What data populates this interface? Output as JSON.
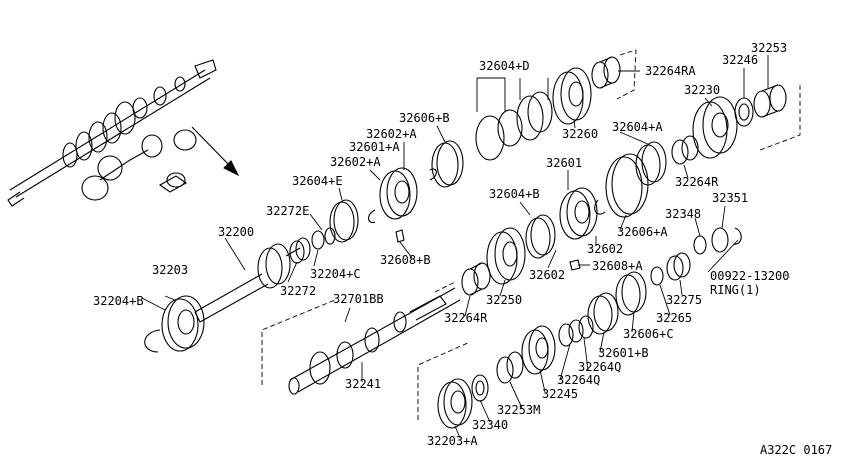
{
  "diagram_code": "A322C 0167",
  "labels": {
    "l32604D": "32604+D",
    "l32264RA": "32264RA",
    "l32253": "32253",
    "l32246": "32246",
    "l32230": "32230",
    "l32606B": "32606+B",
    "l32602A_1": "32602+A",
    "l32601A": "32601+A",
    "l32602A_2": "32602+A",
    "l32604E": "32604+E",
    "l32272E": "32272E",
    "l32200": "32200",
    "l32203": "32203",
    "l32204B": "32204+B",
    "l32272": "32272",
    "l32204C": "32204+C",
    "l32608B": "32608+B",
    "l32260": "32260",
    "l32604A": "32604+A",
    "l32264R_1": "32264R",
    "l32601": "32601",
    "l32604B": "32604+B",
    "l32606A": "32606+A",
    "l32602": "32602",
    "l32602_2": "32602",
    "l32608A": "32608+A",
    "l32351": "32351",
    "l32348": "32348",
    "l00922": "00922-13200",
    "lRING": "RING(1)",
    "l32275": "32275",
    "l32265": "32265",
    "l32606C": "32606+C",
    "l32601B": "32601+B",
    "l32264Q_1": "32264Q",
    "l32264Q_2": "32264Q",
    "l32245": "32245",
    "l32250": "32250",
    "l32264R_2": "32264R",
    "l32701BB": "32701BB",
    "l32241": "32241",
    "l32253M": "32253M",
    "l32340": "32340",
    "l32203A": "32203+A"
  }
}
